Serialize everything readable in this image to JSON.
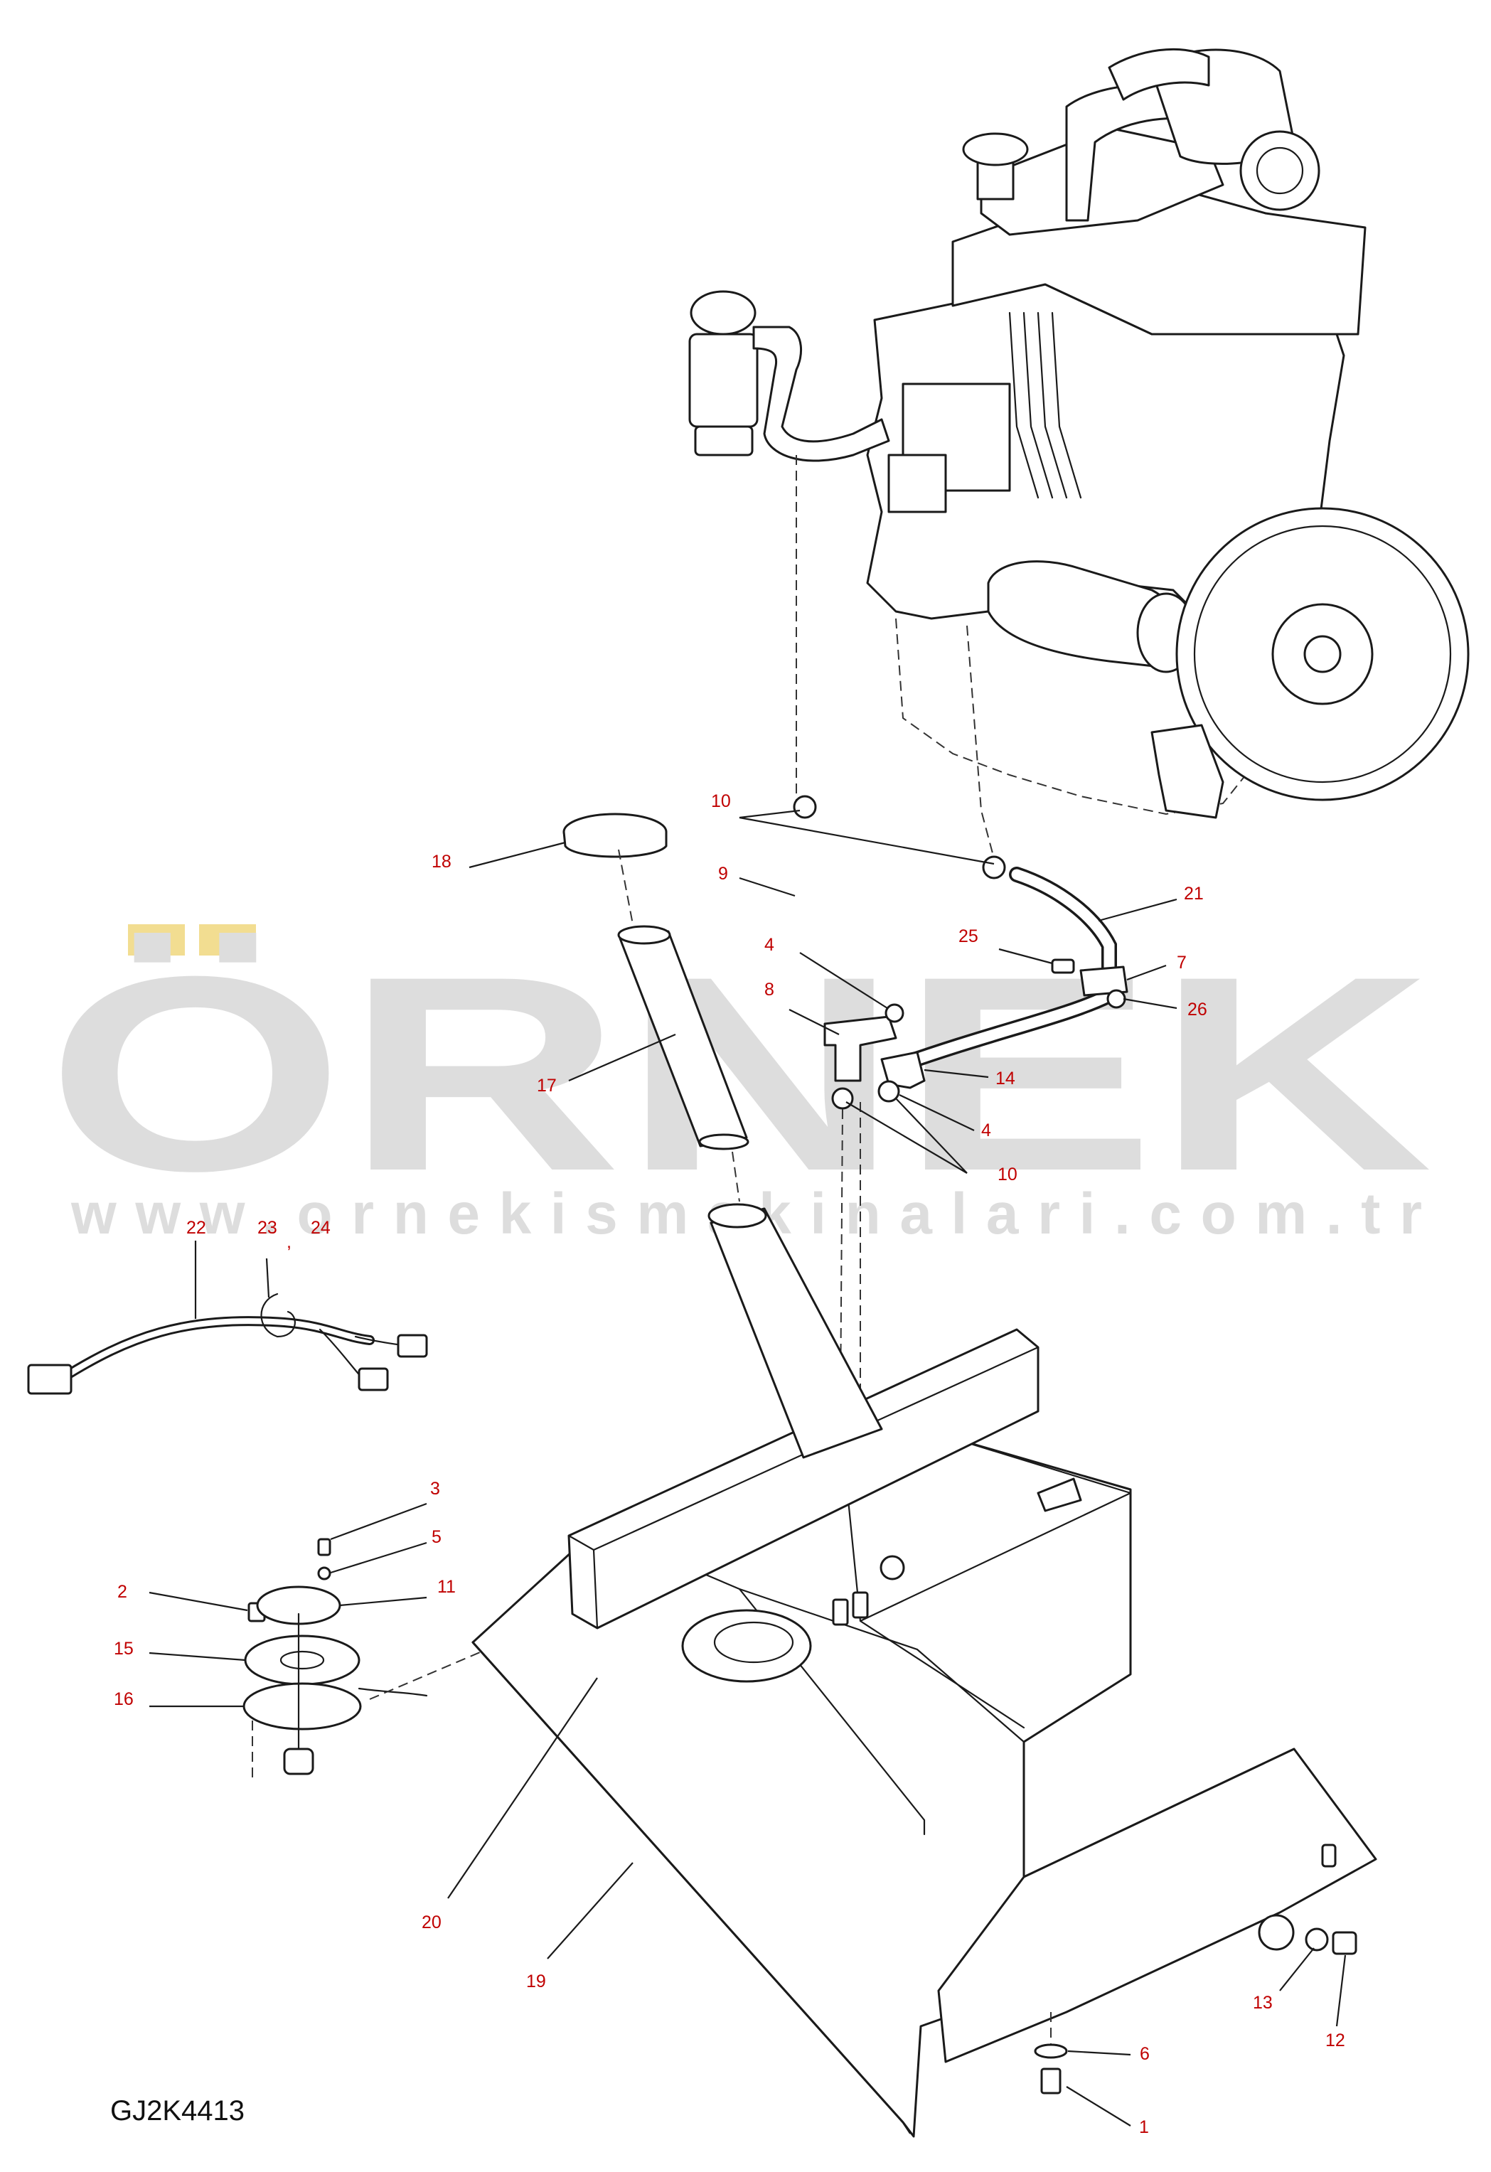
{
  "drawing": {
    "code": "GJ2K4413"
  },
  "watermark": {
    "brand": "ÖRNEK",
    "url": "www.ornekismakinalari.com.tr",
    "dot_color": "#f2dc8c",
    "text_color": "#dcdcdc"
  },
  "callouts": {
    "c1": "1",
    "c2": "2",
    "c3": "3",
    "c4a": "4",
    "c4b": "4",
    "c5": "5",
    "c6": "6",
    "c7": "7",
    "c8": "8",
    "c9": "9",
    "c10a": "10",
    "c10b": "10",
    "c11": "11",
    "c12": "12",
    "c13": "13",
    "c14": "14",
    "c15": "15",
    "c16": "16",
    "c17": "17",
    "c18": "18",
    "c19": "19",
    "c20": "20",
    "c21": "21",
    "c22": "22",
    "c23": "23",
    "c24": "24",
    "c25": "25",
    "c26": "26"
  },
  "callout_color": "#c00000"
}
